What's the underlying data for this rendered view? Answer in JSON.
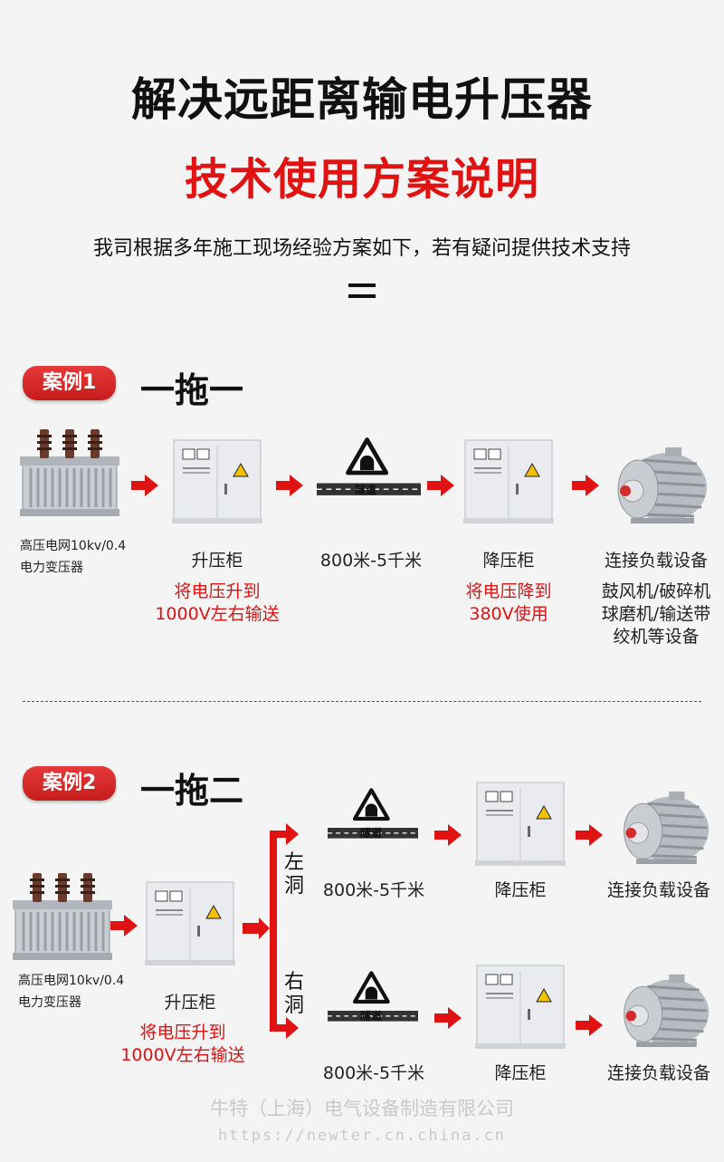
{
  "header": {
    "title": "解决远距离输电升压器",
    "subtitle": "技术使用方案说明",
    "intro": "我司根据多年施工现场经验方案如下，若有疑问提供技术支持"
  },
  "case1": {
    "badge": "案例1",
    "title": "一拖一",
    "transformer_label_line1": "高压电网10kv/0.4",
    "transformer_label_line2": "电力变压器",
    "step_up_label": "升压柜",
    "step_up_desc_line1": "将电压升到",
    "step_up_desc_line2": "1000V左右输送",
    "distance_label": "800米-5千米",
    "tunnel_text": "隧道",
    "step_down_label": "降压柜",
    "step_down_desc_line1": "将电压降到",
    "step_down_desc_line2": "380V使用",
    "load_label": "连接负载设备",
    "load_desc_line1": "鼓风机/破碎机",
    "load_desc_line2": "球磨机/输送带",
    "load_desc_line3": "绞机等设备"
  },
  "case2": {
    "badge": "案例2",
    "title": "一拖二",
    "transformer_label_line1": "高压电网10kv/0.4",
    "transformer_label_line2": "电力变压器",
    "step_up_label": "升压柜",
    "step_up_desc_line1": "将电压升到",
    "step_up_desc_line2": "1000V左右输送",
    "left_branch": "左洞",
    "right_branch": "右洞",
    "tunnel_text": "隧道",
    "distance_label_top": "800米-5千米",
    "distance_label_bottom": "800米-5千米",
    "step_down_label_top": "降压柜",
    "step_down_label_bottom": "降压柜",
    "load_label_top": "连接负载设备",
    "load_label_bottom": "连接负载设备"
  },
  "footer": {
    "company": "牛特（上海）电气设备制造有限公司",
    "url": "https://newter.cn.china.cn"
  },
  "colors": {
    "accent_red": "#e01212",
    "arrow_red": "#e01212",
    "text_dark": "#111111",
    "background": "#f4f4f4"
  }
}
